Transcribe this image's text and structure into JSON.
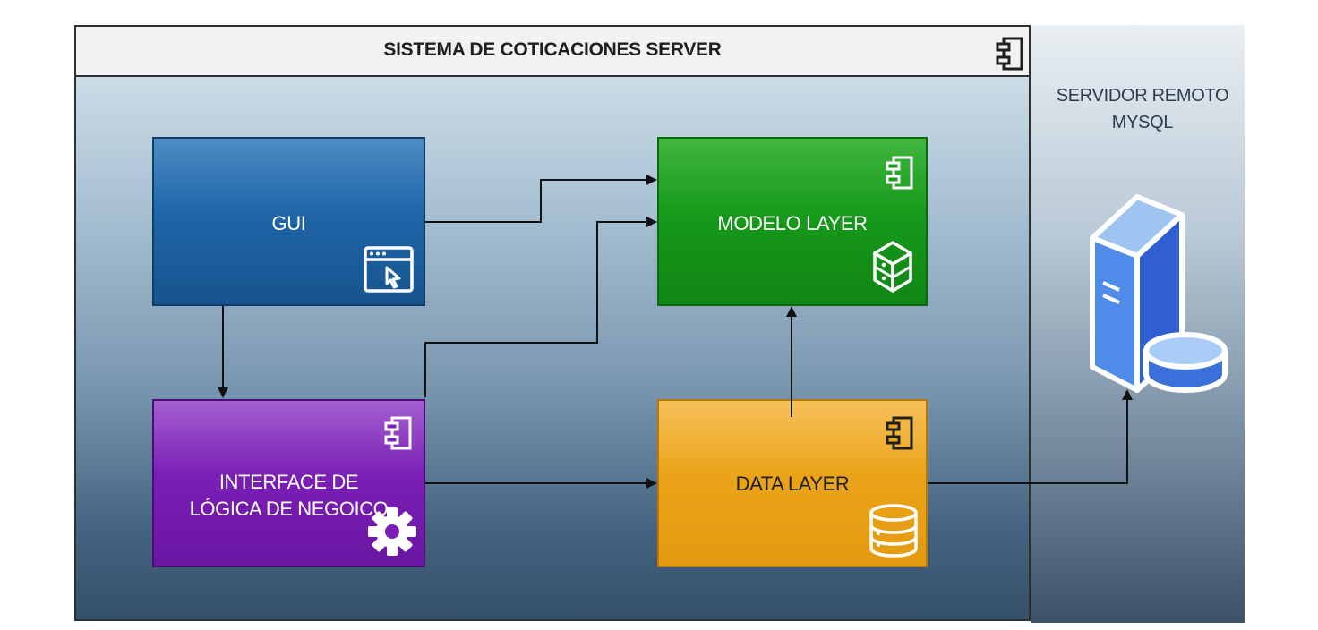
{
  "system": {
    "title": "SISTEMA DE COTICACIONES SERVER"
  },
  "remote": {
    "title_line1": "SERVIDOR REMOTO",
    "title_line2": "MYSQL"
  },
  "nodes": {
    "gui": {
      "label": "GUI"
    },
    "modelo": {
      "label": "MODELO LAYER"
    },
    "logica": {
      "label_line1": "INTERFACE DE",
      "label_line2": "LÓGICA DE NEGOICO"
    },
    "data": {
      "label": "DATA LAYER"
    }
  },
  "colors": {
    "gui": "#1f65a8",
    "modelo": "#169a1a",
    "logica": "#7a1fb5",
    "data": "#eba419",
    "connector": "#111111"
  },
  "icons": {
    "component": "component-icon",
    "gui": "browser-cursor-icon",
    "modelo": "cube-icon",
    "logica": "gear-icon",
    "data": "database-icon",
    "server": "server-database-icon"
  }
}
